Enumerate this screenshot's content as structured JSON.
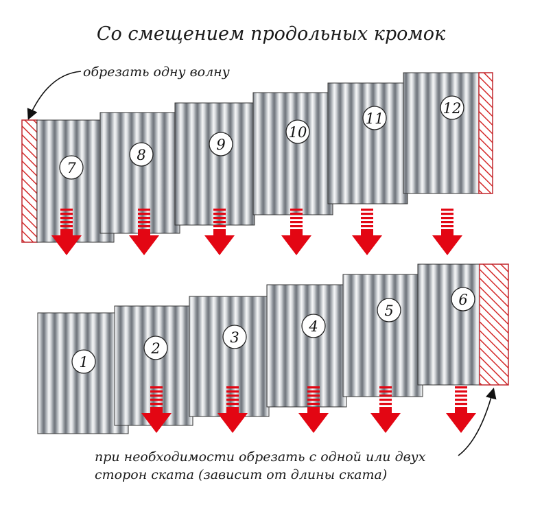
{
  "title": "Со смещением продольных кромок",
  "note_top": "обрезать одну волну",
  "note_bottom_line1": "при необходимости обрезать с одной или двух",
  "note_bottom_line2": "сторон ската (зависит от длины ската)",
  "sheet_numbers_top": [
    "7",
    "8",
    "9",
    "10",
    "11",
    "12"
  ],
  "sheet_numbers_bottom": [
    "1",
    "2",
    "3",
    "4",
    "5",
    "6"
  ],
  "colors": {
    "arrow": "#e30613",
    "cut": "#d42a2a",
    "text": "#1a1a1a"
  }
}
